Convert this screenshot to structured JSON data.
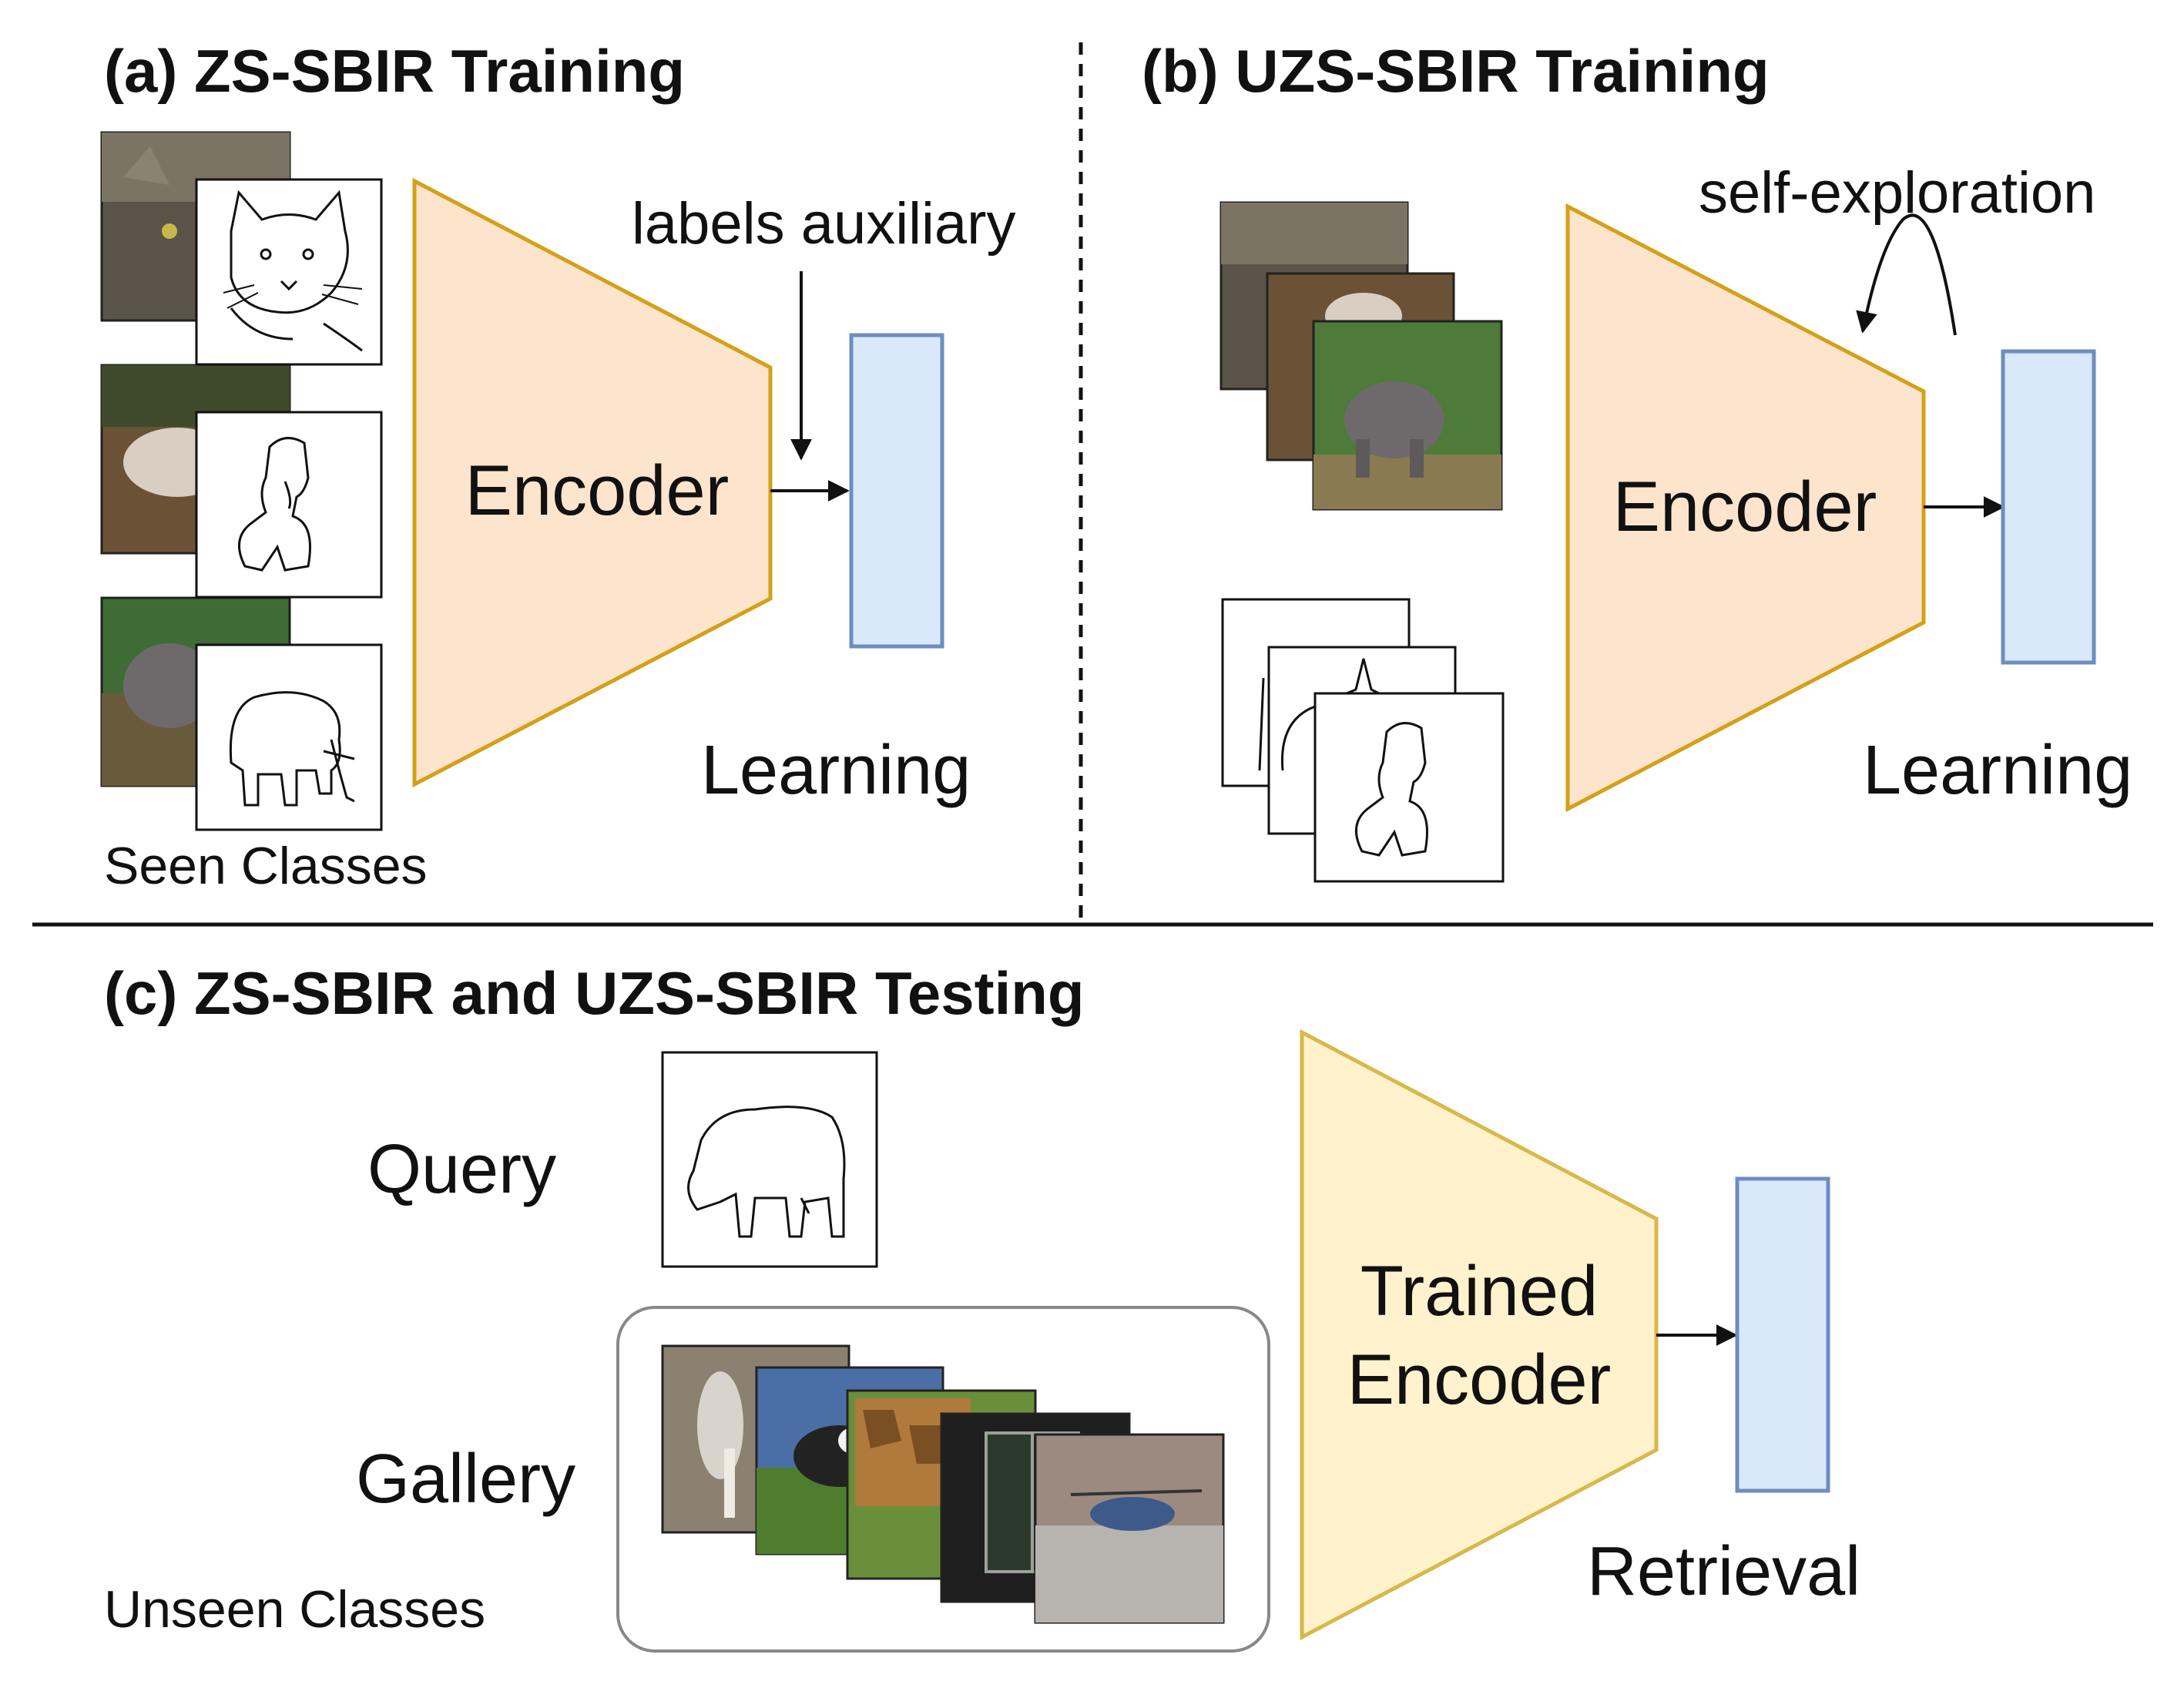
{
  "panels": {
    "a": {
      "title": "(a) ZS-SBIR Training",
      "encoder_label": "Encoder",
      "arrow_label": "labels auxiliary",
      "output_label": "Learning",
      "caption": "Seen Classes",
      "photo_subjects": [
        "cat",
        "dog",
        "elephant"
      ],
      "sketch_subjects": [
        "cat",
        "dog",
        "elephant"
      ]
    },
    "b": {
      "title": "(b) UZS-SBIR Training",
      "encoder_label": "Encoder",
      "arrow_label": "self-exploration",
      "output_label": "Learning",
      "photo_subjects": [
        "cat",
        "dog",
        "elephant"
      ],
      "sketch_subjects": [
        "cat",
        "elephant",
        "dog"
      ]
    },
    "c": {
      "title": "(c) ZS-SBIR and UZS-SBIR Testing",
      "query_label": "Query",
      "gallery_label": "Gallery",
      "caption": "Unseen Classes",
      "encoder_label_line1": "Trained",
      "encoder_label_line2": "Encoder",
      "output_label": "Retrieval",
      "query_subject": "cow",
      "gallery_subjects": [
        "bird",
        "cow",
        "giraffe",
        "window",
        "helicopter"
      ]
    }
  },
  "colors": {
    "encoder_fill": "#fde4cc",
    "encoder_stroke": "#d4a017",
    "trained_encoder_fill": "#fff2cc",
    "trained_encoder_stroke": "#d9b84a",
    "embedding_fill": "#dae8fc",
    "embedding_stroke": "#6c8ebf"
  }
}
